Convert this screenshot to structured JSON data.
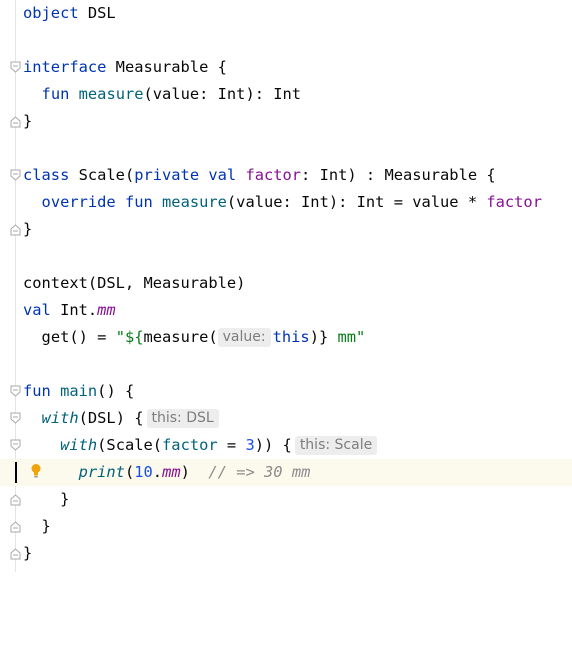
{
  "editor": {
    "lines": {
      "l1": {
        "a": "object",
        "b": " DSL"
      },
      "l3": {
        "a": "interface",
        "b": " Measurable {"
      },
      "l4": {
        "a": "fun",
        "b": "measure",
        "c": "(value: Int): Int"
      },
      "l5": {
        "a": "}"
      },
      "l7": {
        "a": "class",
        "b": " Scale(",
        "c": "private val",
        "d": " ",
        "e": "factor",
        "f": ": Int) : Measurable {"
      },
      "l8": {
        "a": "override fun",
        "b": "measure",
        "c": "(value: Int): Int = value * ",
        "d": "factor"
      },
      "l9": {
        "a": "}"
      },
      "l11": {
        "a": "context(DSL, Measurable)"
      },
      "l12": {
        "a": "val",
        "b": " Int.",
        "c": "mm"
      },
      "l13": {
        "a": "get() = ",
        "b": "\"${",
        "c": "measure(",
        "hint": "value:",
        "d": "this",
        "e": ")}",
        "f": " mm\""
      },
      "l15": {
        "a": "fun",
        "b": " ",
        "c": "main",
        "d": "() {"
      },
      "l16": {
        "a": "with",
        "b": "(DSL) {",
        "hint": "this: DSL"
      },
      "l17": {
        "a": "with",
        "b": "(Scale(",
        "c": "factor",
        "d": " = ",
        "e": "3",
        "f": ")) {",
        "hint": "this: Scale"
      },
      "l18": {
        "a": "print",
        "b": "(",
        "c": "10",
        "d": ".",
        "e": "mm",
        "f": ")  ",
        "g": "// => 30 mm"
      },
      "l19": {
        "a": "}"
      },
      "l20": {
        "a": "}"
      },
      "l21": {
        "a": "}"
      }
    }
  },
  "colors": {
    "keyword": "#0033b3",
    "function": "#00627a",
    "property": "#871094",
    "string": "#067d17",
    "number": "#1750eb",
    "comment": "#8c8c8c",
    "current_line": "#fcfaed",
    "bulb": "#f0a30a"
  },
  "icons": {
    "fold_open": "fold-open-icon",
    "fold_close": "fold-close-icon",
    "intention": "lightbulb-icon"
  }
}
